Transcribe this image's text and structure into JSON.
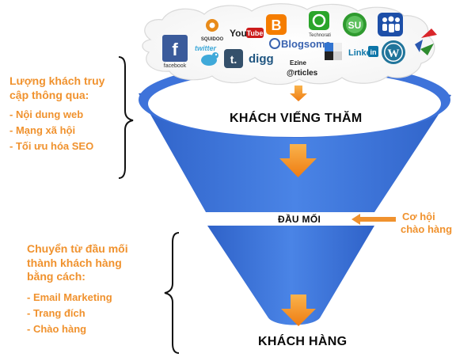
{
  "social_icons": [
    {
      "icon": "squidoo-icon",
      "label": "SQUIDOO",
      "color": "#e88b1a"
    },
    {
      "icon": "youtube-icon",
      "label": "YouTube",
      "color": "#cc1b1b"
    },
    {
      "icon": "blogger-icon",
      "label": "B",
      "color": "#f57d00"
    },
    {
      "icon": "technorati-icon",
      "label": "Technorati",
      "color": "#2aa52a"
    },
    {
      "icon": "stumbleupon-icon",
      "label": "SU",
      "color": "#2f9a2f"
    },
    {
      "icon": "myspace-icon",
      "label": "",
      "color": "#1d4fa8"
    },
    {
      "icon": "facebook-icon",
      "label": "f",
      "caption": "facebook",
      "color": "#3b5b9b"
    },
    {
      "icon": "twitter-icon",
      "label": "twitter",
      "color": "#3fa9d9"
    },
    {
      "icon": "tumblr-icon",
      "label": "t.",
      "color": "#34506b"
    },
    {
      "icon": "digg-icon",
      "label": "digg",
      "color": "#1f5580"
    },
    {
      "icon": "blogsome-icon",
      "label": "Blogsome",
      "color": "#3a63b0"
    },
    {
      "icon": "ezinearticles-icon",
      "label": "Ezine",
      "label2": "@rticles",
      "color": "#1a1a1a"
    },
    {
      "icon": "delicious-icon",
      "label": "",
      "color": "#3274d0"
    },
    {
      "icon": "linkedin-icon",
      "label": "Linked",
      "label2": "in",
      "color": "#0e76a8"
    },
    {
      "icon": "wordpress-icon",
      "label": "W",
      "color": "#21759b"
    },
    {
      "icon": "share-arrows-icon",
      "label": "",
      "color": "#d9262b"
    }
  ],
  "left_top": {
    "heading_line1": "Lượng khách truy",
    "heading_line2": "cập thông qua:",
    "items": [
      "- Nội dung web",
      "- Mạng xã hội",
      "- Tối ưu hóa SEO"
    ]
  },
  "left_bottom": {
    "heading_line1": "Chuyển từ đầu mối",
    "heading_line2": "thành khách hàng",
    "heading_line3": "bằng cách:",
    "items": [
      "- Email Marketing",
      "- Trang đích",
      "- Chào hàng"
    ]
  },
  "stages": {
    "visitors": "KHÁCH VIẾNG THĂM",
    "leads": "ĐẦU MỐI",
    "customers": "KHÁCH HÀNG"
  },
  "opportunity": {
    "line1": "Cơ hội",
    "line2": "chào hàng"
  },
  "colors": {
    "funnel_blue": "#4277dc",
    "accent_orange": "#f0922e",
    "arrow_orange": "#f28a1e"
  }
}
